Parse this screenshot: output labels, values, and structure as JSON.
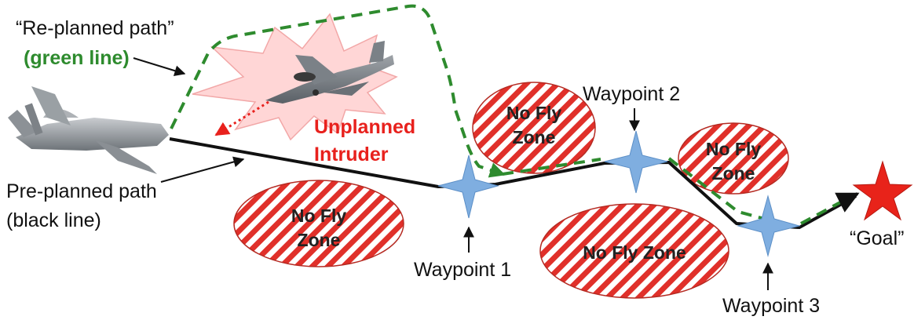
{
  "labels": {
    "replanned_line1": "“Re-planned path”",
    "replanned_line2": "(green line)",
    "preplanned_line1": "Pre-planned path",
    "preplanned_line2": "(black line)",
    "intruder_line1": "Unplanned",
    "intruder_line2": "Intruder",
    "waypoint1": "Waypoint 1",
    "waypoint2": "Waypoint 2",
    "waypoint3": "Waypoint 3",
    "goal": "“Goal”"
  },
  "zones": {
    "zone1_line1": "No Fly",
    "zone1_line2": "Zone",
    "zone2_line1": "No Fly",
    "zone2_line2": "Zone",
    "zone3_line1": "No Fly",
    "zone3_line2": "Zone",
    "zone4": "No Fly Zone"
  },
  "colors": {
    "replanned_path": "#2e8b2e",
    "preplanned_path": "#111111",
    "no_fly_zone": "#e0302a",
    "intruder_text": "#e8211d",
    "waypoint": "#7faee0",
    "goal_star": "#e8231a",
    "explosion": "#ffd6d6"
  },
  "icons": {
    "uav": "drone-icon",
    "jet": "fighter-jet-icon",
    "waypoint": "four-point-star-icon",
    "goal": "star-icon"
  }
}
